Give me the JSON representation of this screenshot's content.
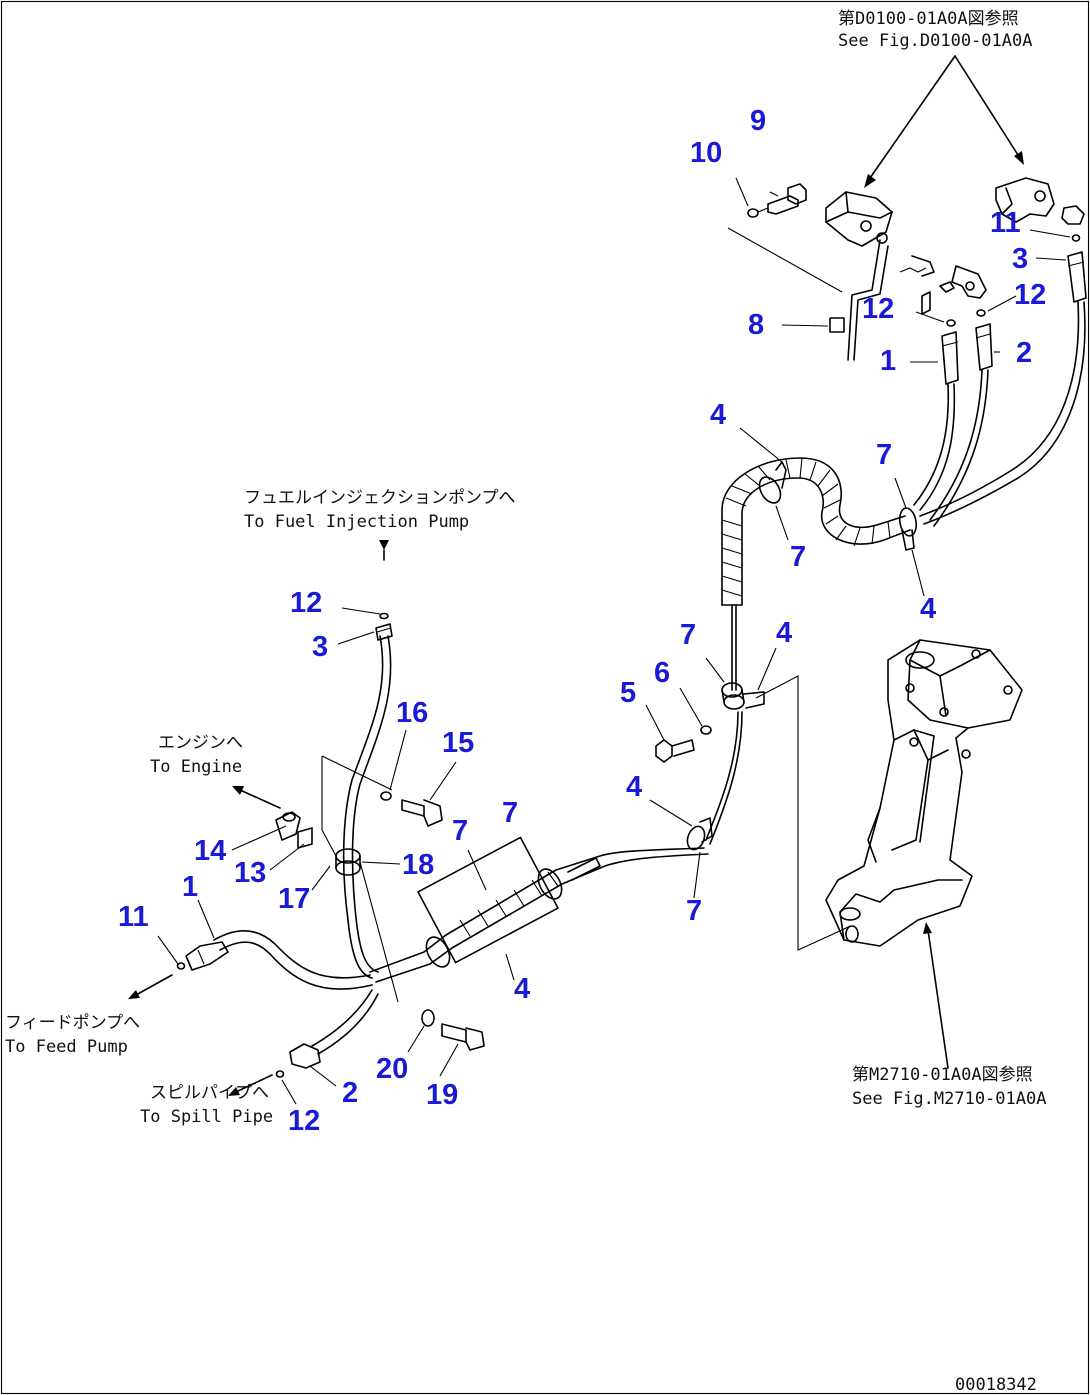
{
  "references": {
    "top_right_jp": "第D0100-01A0A図参照",
    "top_right_en": "See Fig.D0100-01A0A",
    "fuel_pump_jp": "フュエルインジェクションポンプへ",
    "fuel_pump_en": "To Fuel Injection Pump",
    "engine_jp": "エンジンへ",
    "engine_en": "To Engine",
    "feed_pump_jp": "フィードポンプへ",
    "feed_pump_en": "To Feed Pump",
    "spill_pipe_jp": "スピルパイプへ",
    "spill_pipe_en": "To Spill Pipe",
    "bottom_right_jp": "第M2710-01A0A図参照",
    "bottom_right_en": "See Fig.M2710-01A0A"
  },
  "callouts": [
    {
      "id": "c9",
      "label": "9"
    },
    {
      "id": "c10",
      "label": "10"
    },
    {
      "id": "c11a",
      "label": "11"
    },
    {
      "id": "c3a",
      "label": "3"
    },
    {
      "id": "c12a",
      "label": "12"
    },
    {
      "id": "c12b",
      "label": "12"
    },
    {
      "id": "c8",
      "label": "8"
    },
    {
      "id": "c1a",
      "label": "1"
    },
    {
      "id": "c2a",
      "label": "2"
    },
    {
      "id": "c4a",
      "label": "4"
    },
    {
      "id": "c7a",
      "label": "7"
    },
    {
      "id": "c7b",
      "label": "7"
    },
    {
      "id": "c4b",
      "label": "4"
    },
    {
      "id": "c12c",
      "label": "12"
    },
    {
      "id": "c3b",
      "label": "3"
    },
    {
      "id": "c7c",
      "label": "7"
    },
    {
      "id": "c4c",
      "label": "4"
    },
    {
      "id": "c5",
      "label": "5"
    },
    {
      "id": "c6",
      "label": "6"
    },
    {
      "id": "c16",
      "label": "16"
    },
    {
      "id": "c15",
      "label": "15"
    },
    {
      "id": "c7d",
      "label": "7"
    },
    {
      "id": "c7e",
      "label": "7"
    },
    {
      "id": "c4d",
      "label": "4"
    },
    {
      "id": "c14",
      "label": "14"
    },
    {
      "id": "c13",
      "label": "13"
    },
    {
      "id": "c18",
      "label": "18"
    },
    {
      "id": "c17",
      "label": "17"
    },
    {
      "id": "c1b",
      "label": "1"
    },
    {
      "id": "c11b",
      "label": "11"
    },
    {
      "id": "c7f",
      "label": "7"
    },
    {
      "id": "c4e",
      "label": "4"
    },
    {
      "id": "c20",
      "label": "20"
    },
    {
      "id": "c2b",
      "label": "2"
    },
    {
      "id": "c19",
      "label": "19"
    },
    {
      "id": "c12d",
      "label": "12"
    }
  ],
  "drawing_number": "00018342"
}
